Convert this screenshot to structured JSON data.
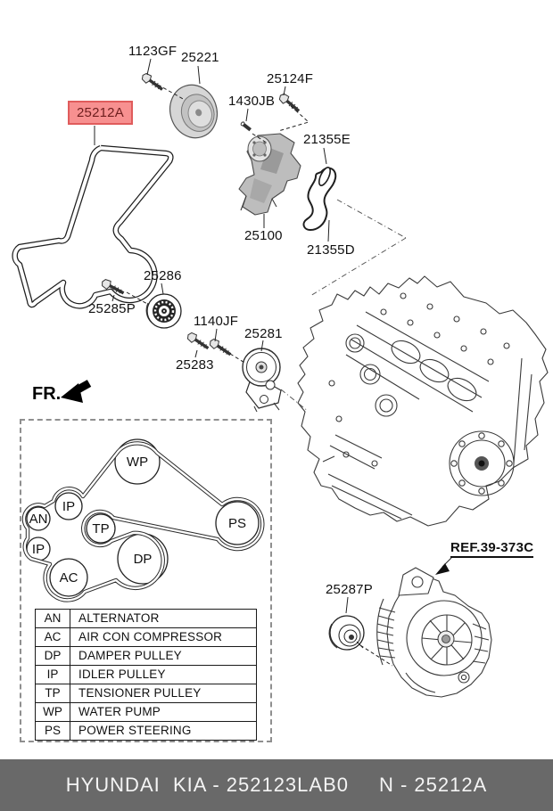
{
  "parts": [
    {
      "label": "1123GF"
    },
    {
      "label": "25221"
    },
    {
      "label": "25124F"
    },
    {
      "label": "1430JB"
    },
    {
      "label": "21355E"
    },
    {
      "label": "25100"
    },
    {
      "label": "21355D"
    },
    {
      "label": "25212A"
    },
    {
      "label": "25286"
    },
    {
      "label": "25285P"
    },
    {
      "label": "1140JF"
    },
    {
      "label": "25283"
    },
    {
      "label": "25281"
    },
    {
      "label": "25287P"
    }
  ],
  "ref": {
    "label": "REF.39-373C"
  },
  "fr_label": "FR.",
  "highlight": {
    "bg": "#f79090",
    "border": "#e05c5c",
    "text_color": "#6e1e1e"
  },
  "routing": {
    "pulleys": [
      {
        "code": "WP"
      },
      {
        "code": "IP"
      },
      {
        "code": "AN"
      },
      {
        "code": "TP"
      },
      {
        "code": "IP"
      },
      {
        "code": "AC"
      },
      {
        "code": "DP"
      },
      {
        "code": "PS"
      }
    ]
  },
  "legend": {
    "rows": [
      {
        "code": "AN",
        "name": "ALTERNATOR"
      },
      {
        "code": "AC",
        "name": "AIR CON COMPRESSOR"
      },
      {
        "code": "DP",
        "name": "DAMPER PULLEY"
      },
      {
        "code": "IP",
        "name": "IDLER PULLEY"
      },
      {
        "code": "TP",
        "name": "TENSIONER PULLEY"
      },
      {
        "code": "WP",
        "name": "WATER PUMP"
      },
      {
        "code": "PS",
        "name": "POWER STEERING"
      }
    ]
  },
  "footer": {
    "left": "HYUNDAI  KIA - 252123LAB0",
    "right": "N - 25212A",
    "bg": "#696969"
  }
}
